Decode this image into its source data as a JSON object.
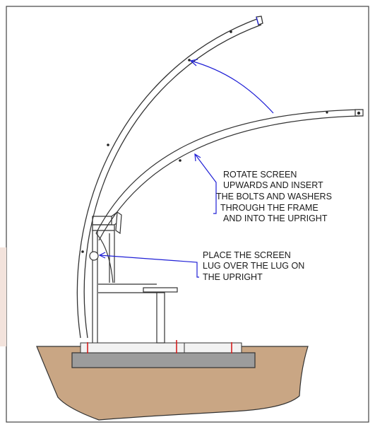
{
  "annotations": {
    "rotate": {
      "lines": [
        "ROTATE SCREEN",
        "UPWARDS AND INSERT",
        "THE BOLTS AND WASHERS",
        "THROUGH THE FRAME",
        "AND INTO THE UPRIGHT"
      ]
    },
    "place": {
      "lines": [
        "PLACE THE SCREEN",
        "LUG OVER THE LUG ON",
        "THE UPRIGHT"
      ]
    }
  },
  "colors": {
    "ground": "#c9a684",
    "slab": "#9c9c9c",
    "leader": "#1f1fd6",
    "bolt_marks": "#d42020",
    "line": "#222222"
  }
}
